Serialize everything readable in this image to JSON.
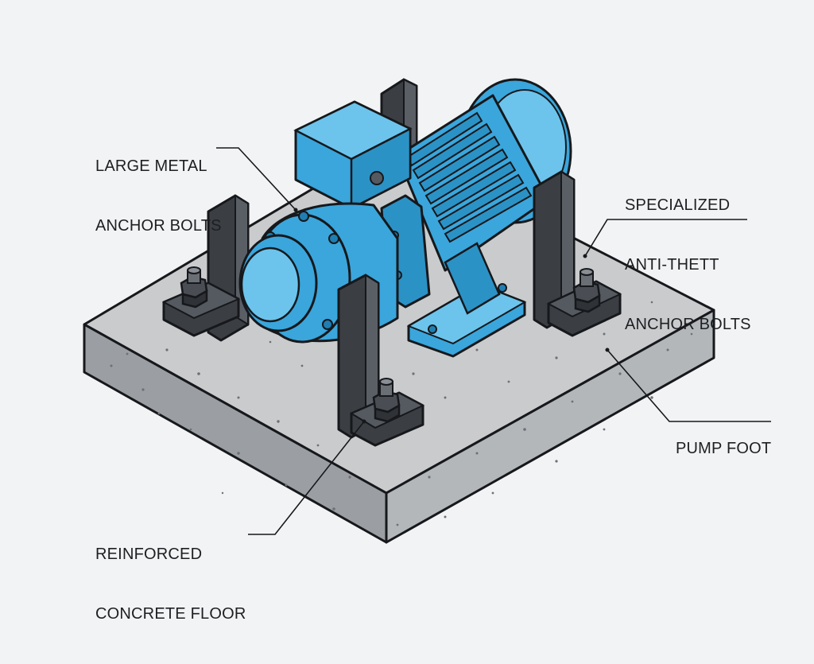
{
  "colors": {
    "background": "#f2f3f4",
    "concrete_top": "#c9cbcd",
    "concrete_front": "#9b9ea2",
    "concrete_side": "#b4b7ba",
    "pump_blue": "#3aa6dc",
    "pump_blue_dark": "#1f7fb3",
    "pump_blue_light": "#6cc4ec",
    "bracket_dark": "#3b3f44",
    "bracket_mid": "#5a5f66",
    "outline": "#16181b"
  },
  "labels": {
    "large_anchor_bolts": [
      "LARGE METAL",
      "ANCHOR BOLTS"
    ],
    "anti_theft_bolts": [
      "SPECIALIZED",
      "ANTI-THETT",
      "ANCHOR BOLTS"
    ],
    "pump_foot": [
      "PUMP FOOT"
    ],
    "concrete_floor": [
      "REINFORCED",
      "CONCRETE FLOOR"
    ]
  },
  "icons": {
    "pump": "electric-motor-pump",
    "bracket": "l-angle-bracket",
    "bolt": "hex-nut-bolt",
    "floor": "concrete-slab"
  }
}
